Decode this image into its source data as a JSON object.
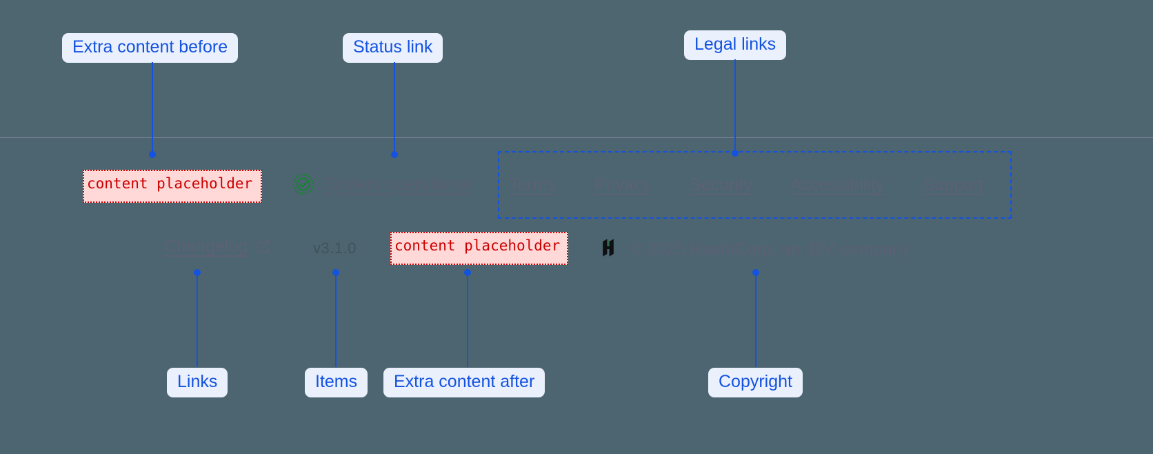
{
  "colors": {
    "page_background": "#4d6670",
    "footer_background": "#4c6570",
    "footer_border": "#7b7f95",
    "annotation_blue": "#1452e0",
    "annotation_chip_bg": "#eaf1fd",
    "placeholder_red": "#cc0000",
    "placeholder_bg": "#ffd8d8",
    "status_green": "#0a8a24",
    "link_muted": "#5c6175"
  },
  "footer": {
    "extra_content_before": {
      "text": "content placeholder"
    },
    "status": {
      "icon": "check-circle-icon",
      "label": "System operational"
    },
    "legal_links": [
      {
        "label": "Terms"
      },
      {
        "label": "Privacy"
      },
      {
        "label": "Security"
      },
      {
        "label": "Accessibility"
      },
      {
        "label": "Support"
      }
    ],
    "changelog": {
      "label": "Changelog",
      "icon": "external-link-icon"
    },
    "version": "v3.1.0",
    "extra_content_after": {
      "text": "content placeholder"
    },
    "copyright": {
      "logo": "hashicorp-logo",
      "text": "© 2025 HashiCorp, an IBM company"
    }
  },
  "annotations": {
    "extra_content_before": "Extra content before",
    "status_link": "Status link",
    "legal_links": "Legal links",
    "links": "Links",
    "items": "Items",
    "extra_content_after": "Extra content after",
    "copyright": "Copyright"
  }
}
